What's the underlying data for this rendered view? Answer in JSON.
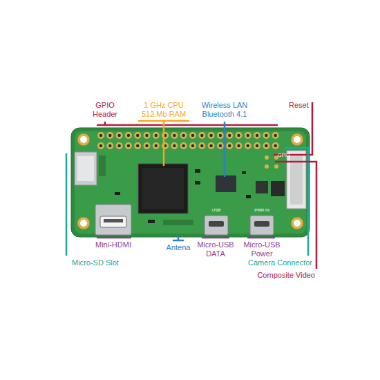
{
  "diagram": {
    "labels": [
      "GPIO Header",
      "1 GHz CPU 512 Mb RAM",
      "Wireless LAN Bluetooth 4.1",
      "Reset",
      "Mini-HDMI",
      "Antena",
      "Micro-USB DATA",
      "Micro-USB Power",
      "Micro-SD Slot",
      "Camera Connector",
      "Composite Video",
      "GPIO",
      "USB",
      "PWR IN"
    ]
  }
}
